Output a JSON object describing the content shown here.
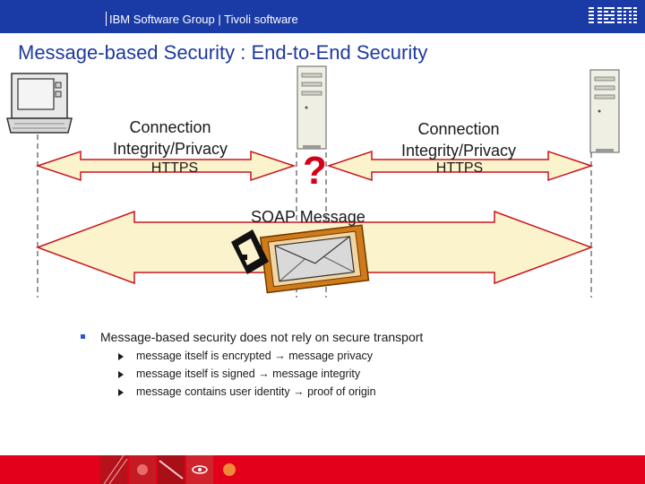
{
  "header": {
    "group": "IBM Software Group | Tivoli software",
    "logo": "IBM"
  },
  "title": "Message-based Security : End-to-End Security",
  "diagram": {
    "left_arrow": {
      "label_line1": "Connection",
      "label_line2": "Integrity/Privacy",
      "protocol": "HTTPS"
    },
    "right_arrow": {
      "label_line1": "Connection",
      "label_line2": "Integrity/Privacy",
      "protocol": "HTTPS"
    },
    "question": "?",
    "soap_label": "SOAP Message",
    "nodes": [
      "laptop-icon",
      "server-icon",
      "server-icon"
    ],
    "colors": {
      "arrow_fill": "#fbf3cc",
      "arrow_stroke": "#c9151e",
      "question": "#d4001a",
      "envelope_frame": "#d07a1a"
    }
  },
  "bullets": {
    "main": "Message-based security does not rely on secure transport",
    "sub": [
      {
        "before": "message itself is encrypted",
        "after": "message privacy"
      },
      {
        "before": "message itself is signed",
        "after": "message integrity"
      },
      {
        "before": "message contains user identity",
        "after": "proof of origin"
      }
    ]
  },
  "colors": {
    "header": "#1a3aa6",
    "title": "#1f3a9e",
    "footer": "#e3001b"
  }
}
